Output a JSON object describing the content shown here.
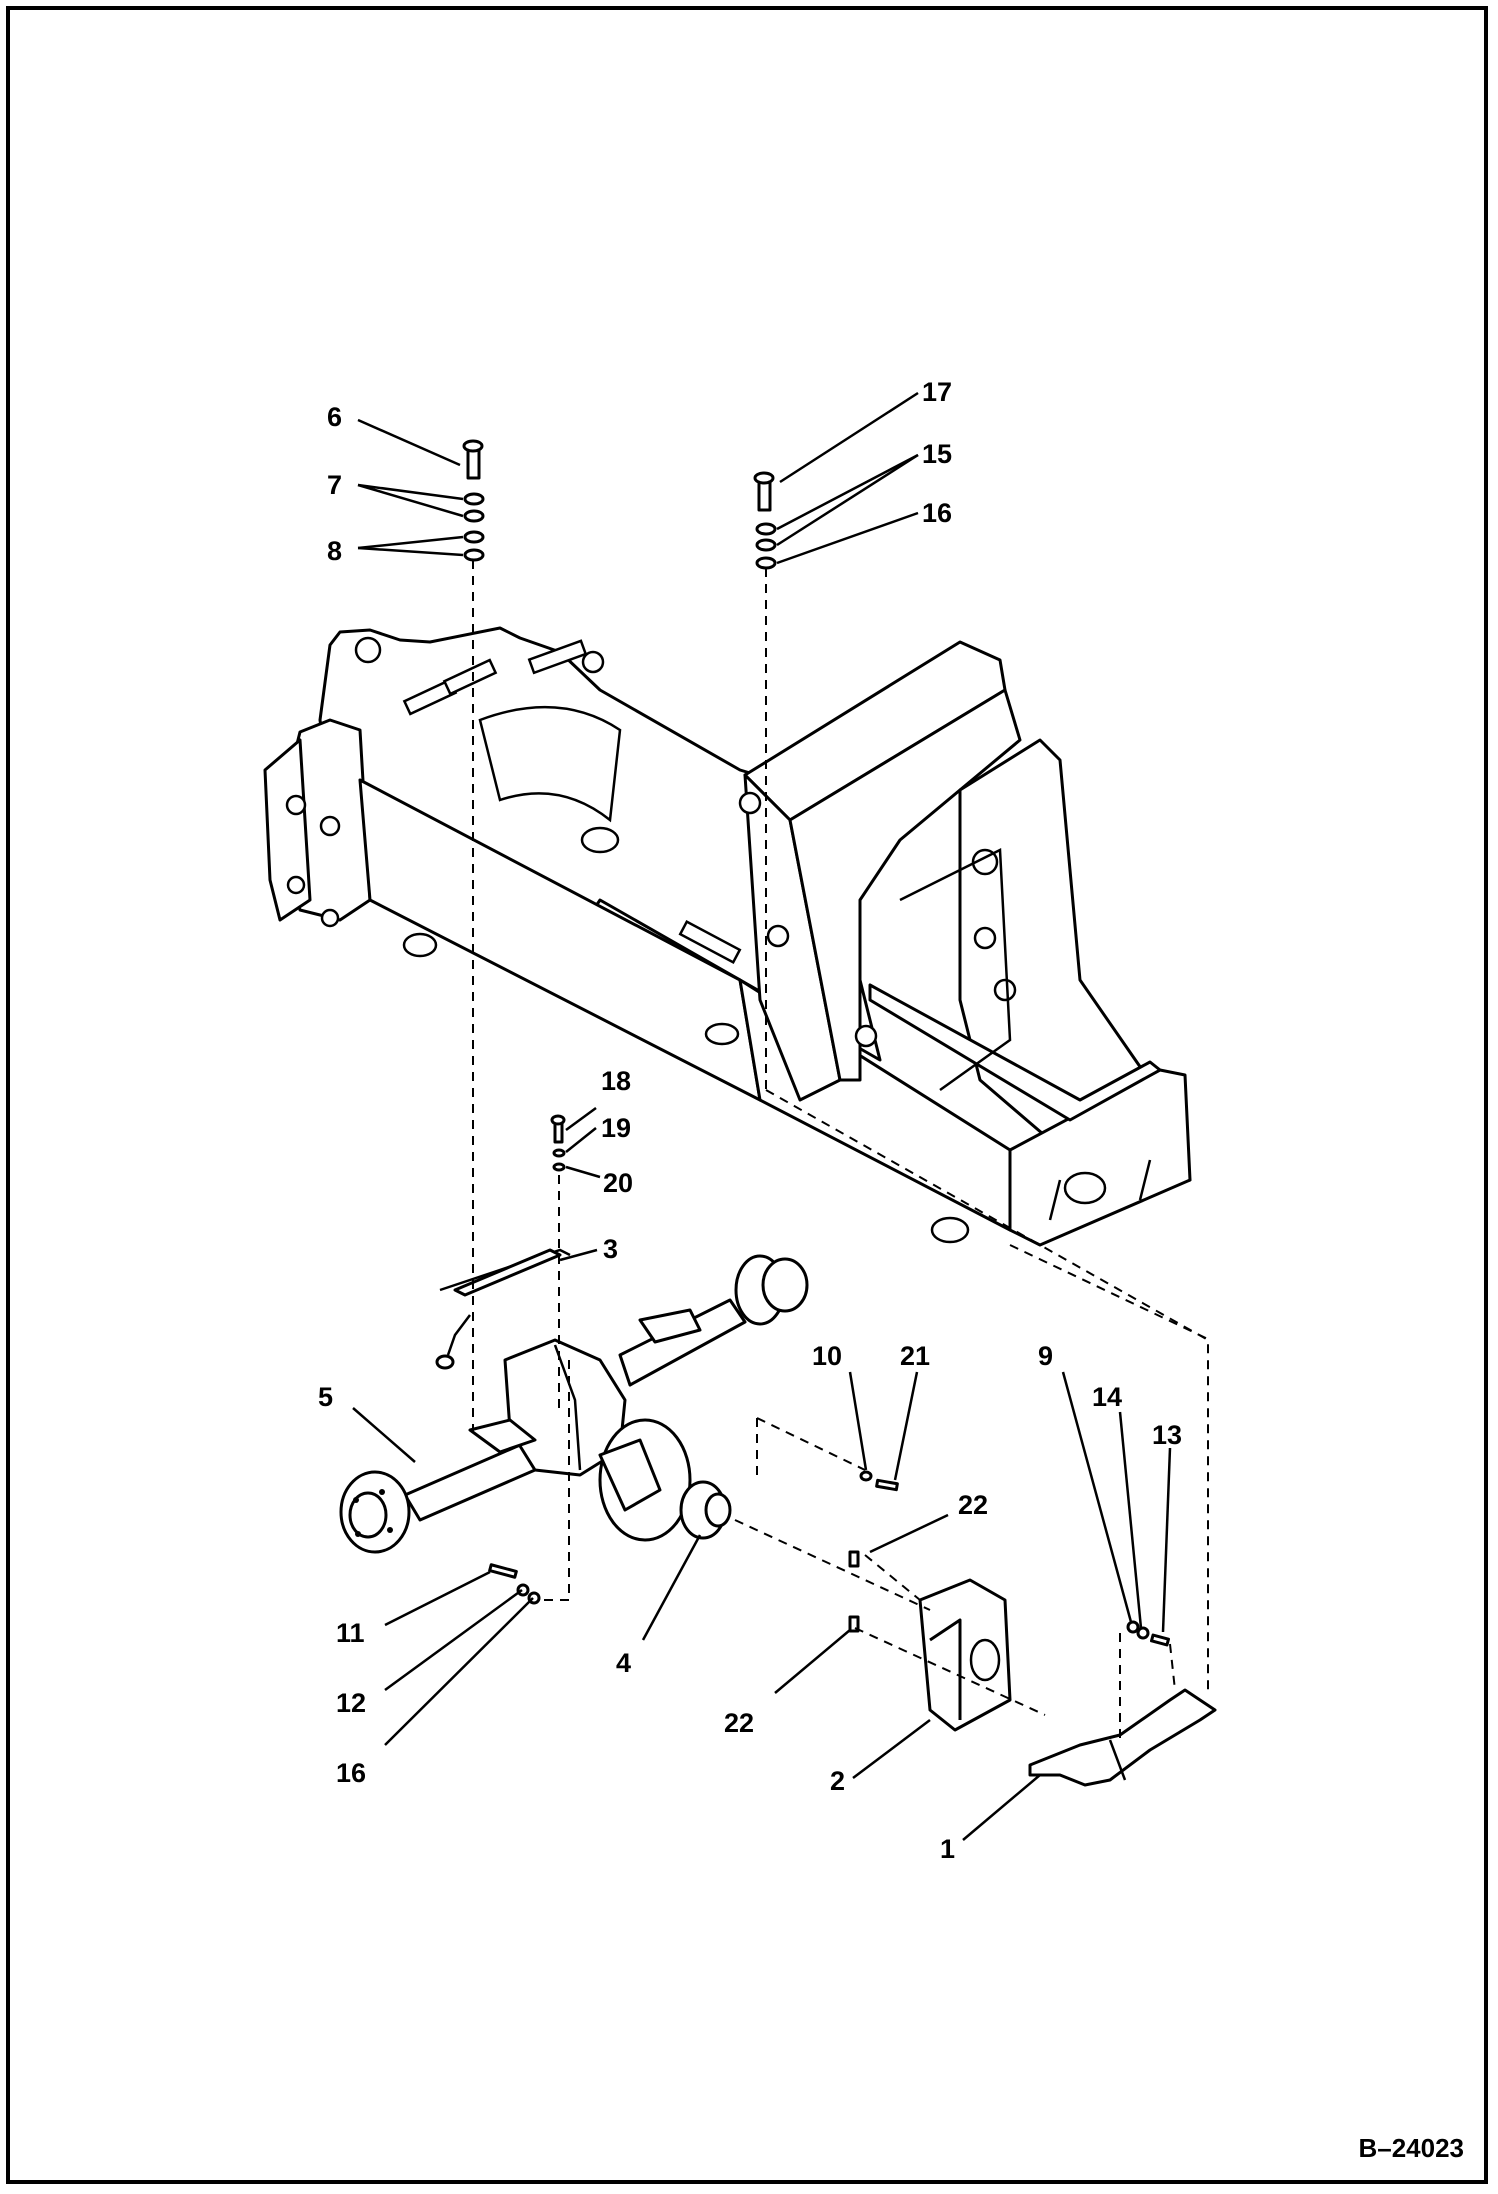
{
  "diagram": {
    "document_id": "B–24023",
    "callouts": [
      {
        "id": "c6",
        "text": "6"
      },
      {
        "id": "c7",
        "text": "7"
      },
      {
        "id": "c8",
        "text": "8"
      },
      {
        "id": "c17",
        "text": "17"
      },
      {
        "id": "c15",
        "text": "15"
      },
      {
        "id": "c16a",
        "text": "16"
      },
      {
        "id": "c18",
        "text": "18"
      },
      {
        "id": "c19",
        "text": "19"
      },
      {
        "id": "c20",
        "text": "20"
      },
      {
        "id": "c3",
        "text": "3"
      },
      {
        "id": "c5",
        "text": "5"
      },
      {
        "id": "c10",
        "text": "10"
      },
      {
        "id": "c21",
        "text": "21"
      },
      {
        "id": "c9",
        "text": "9"
      },
      {
        "id": "c14",
        "text": "14"
      },
      {
        "id": "c13",
        "text": "13"
      },
      {
        "id": "c22a",
        "text": "22"
      },
      {
        "id": "c11",
        "text": "11"
      },
      {
        "id": "c12",
        "text": "12"
      },
      {
        "id": "c16b",
        "text": "16"
      },
      {
        "id": "c4",
        "text": "4"
      },
      {
        "id": "c22b",
        "text": "22"
      },
      {
        "id": "c2",
        "text": "2"
      },
      {
        "id": "c1",
        "text": "1"
      }
    ]
  }
}
